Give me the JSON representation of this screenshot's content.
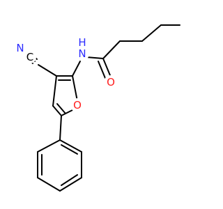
{
  "molecule": {
    "colors": {
      "bond": "#000000",
      "carbon": "#000000",
      "nitrogen": "#2b2bff",
      "oxygen": "#ff2020"
    },
    "labels": {
      "nitrile_c": "C",
      "nitrile_n": "N",
      "amide_n": "N",
      "amide_h": "H",
      "furan_o": "O",
      "carbonyl_o": "O"
    }
  }
}
